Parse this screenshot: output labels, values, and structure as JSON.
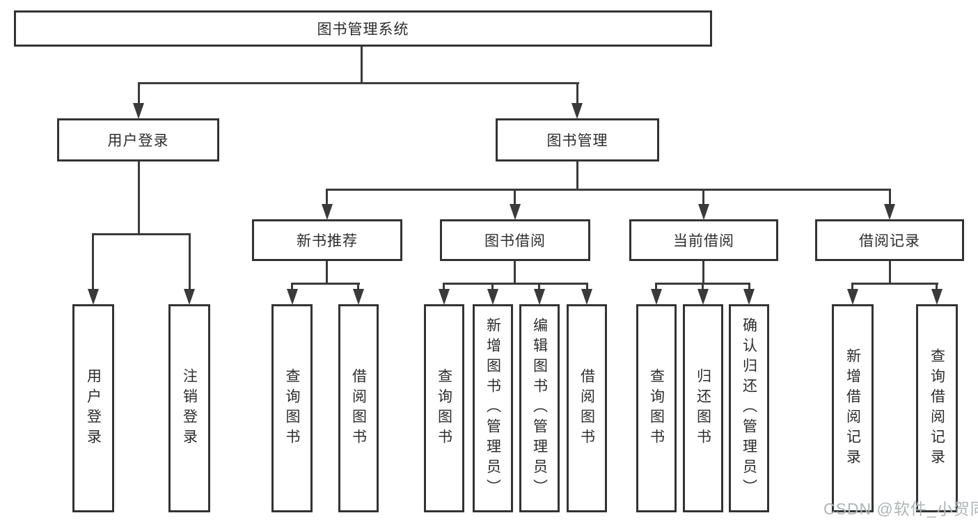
{
  "diagram": {
    "title_node": {
      "label": "图书管理系统"
    },
    "level1": [
      {
        "id": "user-login",
        "label": "用户登录"
      },
      {
        "id": "book-management",
        "label": "图书管理"
      }
    ],
    "level2": [
      {
        "id": "new-book-recommend",
        "parent": "图书管理",
        "label": "新书推荐"
      },
      {
        "id": "book-borrowing",
        "parent": "图书管理",
        "label": "图书借阅"
      },
      {
        "id": "current-borrowing",
        "parent": "图书管理",
        "label": "当前借阅"
      },
      {
        "id": "borrowing-records",
        "parent": "图书管理",
        "label": "借阅记录"
      }
    ],
    "leaves": [
      {
        "parent": "用户登录",
        "label": "用户登录"
      },
      {
        "parent": "用户登录",
        "label": "注销登录"
      },
      {
        "parent": "新书推荐",
        "label": "查询图书"
      },
      {
        "parent": "新书推荐",
        "label": "借阅图书"
      },
      {
        "parent": "图书借阅",
        "label": "查询图书"
      },
      {
        "parent": "图书借阅",
        "label": "新增图书（管理员）"
      },
      {
        "parent": "图书借阅",
        "label": "编辑图书（管理员）"
      },
      {
        "parent": "图书借阅",
        "label": "借阅图书"
      },
      {
        "parent": "当前借阅",
        "label": "查询图书"
      },
      {
        "parent": "当前借阅",
        "label": "归还图书"
      },
      {
        "parent": "当前借阅",
        "label": "确认归还（管理员）"
      },
      {
        "parent": "借阅记录",
        "label": "新增借阅记录"
      },
      {
        "parent": "借阅记录",
        "label": "查询借阅记录"
      }
    ],
    "watermark": "CSDN @软件_小贺同学",
    "colors": {
      "line": "#3a3a3a",
      "border": "#333333",
      "text": "#2d2d2d",
      "background": "#ffffff",
      "watermark_gray": "#b0b4b7"
    }
  }
}
